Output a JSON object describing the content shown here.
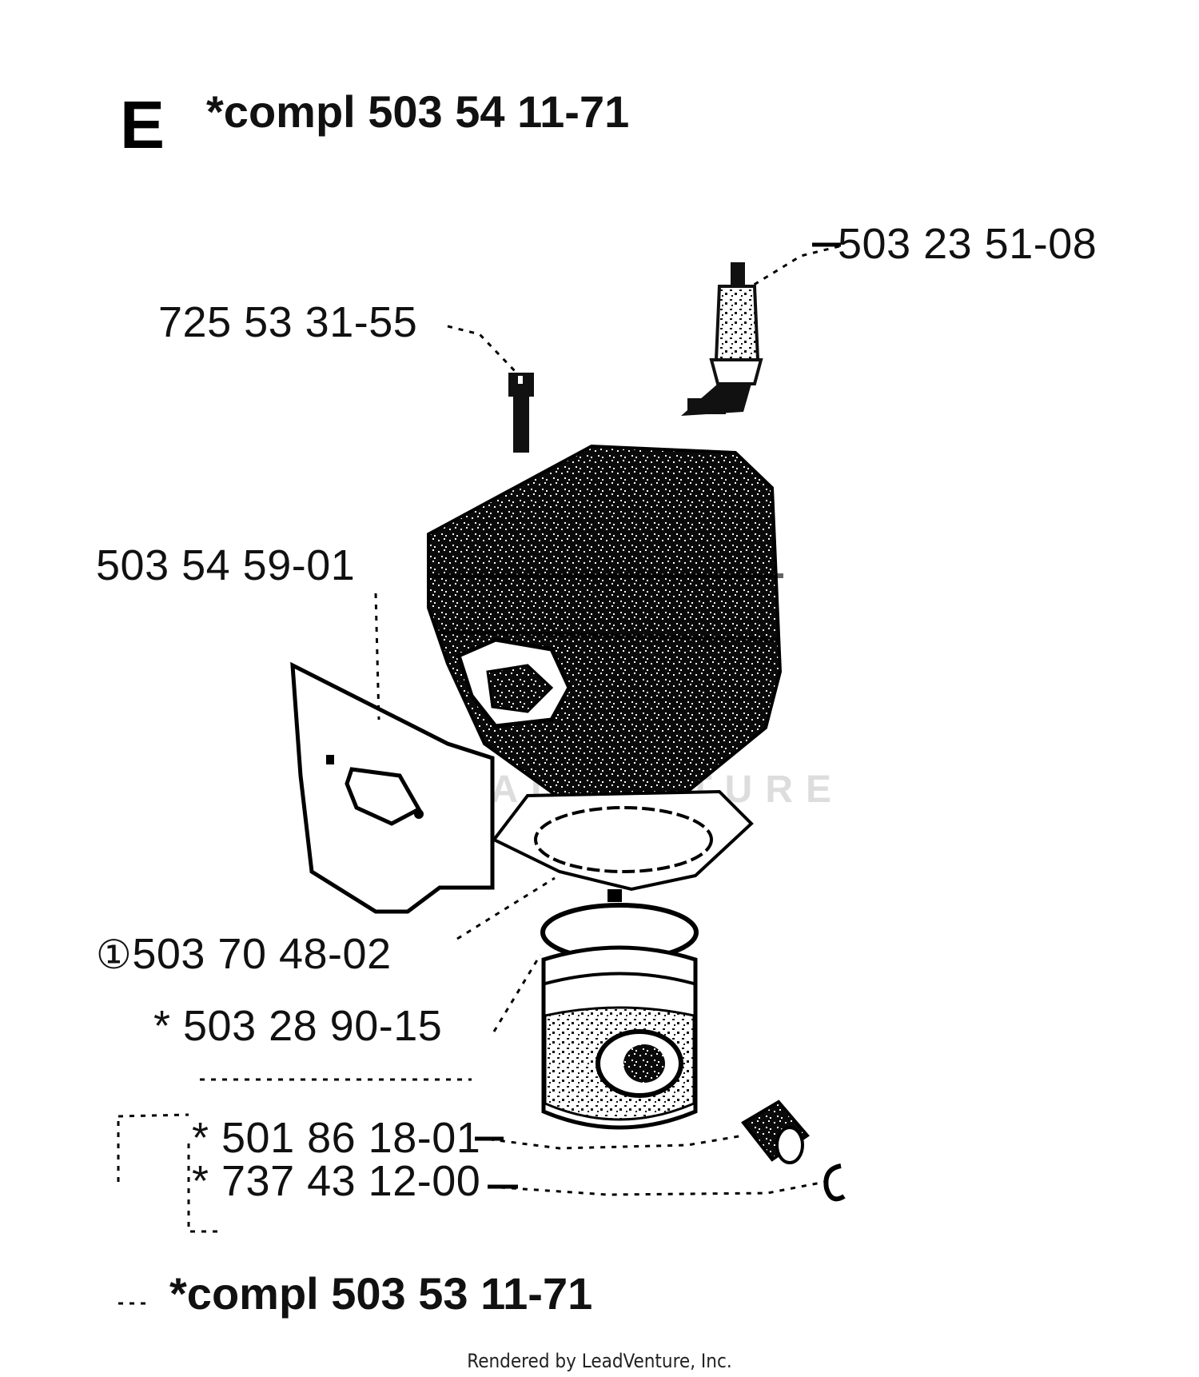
{
  "section_letter": "E",
  "assembly_top": "*compl 503 54 11-71",
  "assembly_bottom": "*compl 503 53 11-71",
  "parts": [
    {
      "number": "503 23 51-08",
      "item": "spark plug"
    },
    {
      "number": "725 53 31-55",
      "item": "bolt"
    },
    {
      "number": "503 54 59-01",
      "item": "heat shield"
    },
    {
      "number": "503 70 48-02",
      "item": "cylinder gasket"
    },
    {
      "number": "* 503 28 90-15",
      "item": "piston ring"
    },
    {
      "number": "* 501 86 18-01",
      "item": "piston pin"
    },
    {
      "number": "* 737 43 12-00",
      "item": "circlip"
    }
  ],
  "gasket_marker": "①",
  "footer": "Rendered by LeadVenture, Inc.",
  "watermark": "LEADVENTURE"
}
